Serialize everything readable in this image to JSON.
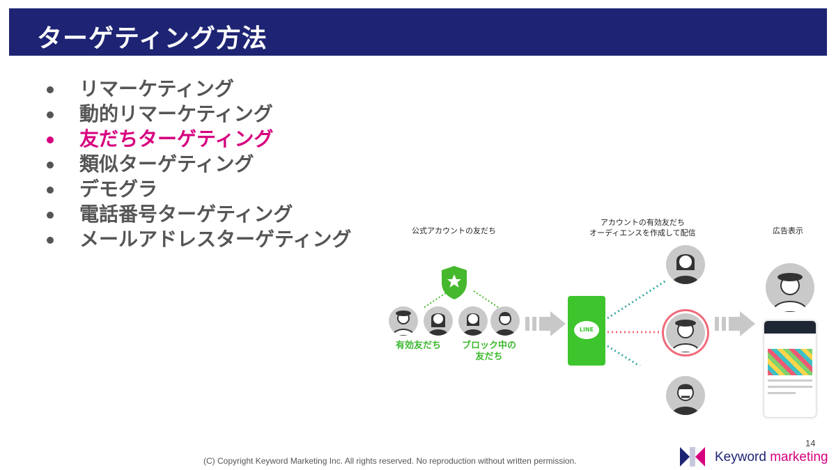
{
  "title": "ターゲティング方法",
  "bullets": [
    {
      "label": "リマーケティング",
      "highlight": false
    },
    {
      "label": "動的リマーケティング",
      "highlight": false
    },
    {
      "label": "友だちターゲティング",
      "highlight": true
    },
    {
      "label": "類似ターゲティング",
      "highlight": false
    },
    {
      "label": "デモグラ",
      "highlight": false
    },
    {
      "label": "電話番号ターゲティング",
      "highlight": false
    },
    {
      "label": "メールアドレスターゲティング",
      "highlight": false
    }
  ],
  "diagram": {
    "caption_friends": "公式アカウントの友だち",
    "caption_audience_line1": "アカウントの有効友だち",
    "caption_audience_line2": "オーディエンスを作成して配信",
    "caption_ad": "広告表示",
    "label_active": "有効友だち",
    "label_blocked_line1": "ブロック中の",
    "label_blocked_line2": "友だち",
    "line_logo": "LINE"
  },
  "footer": {
    "copyright": "(C) Copyright Keyword Marketing Inc. All rights reserved. No reproduction without written permission.",
    "page_number": "14",
    "logo_word1": "Keyword",
    "logo_word2": "marketing"
  },
  "colors": {
    "title_bar": "#1e2473",
    "highlight": "#d6007f",
    "line_green": "#3ec52e",
    "teal_dots": "#3aa8a4",
    "pink_dots": "#ef6a7a"
  }
}
